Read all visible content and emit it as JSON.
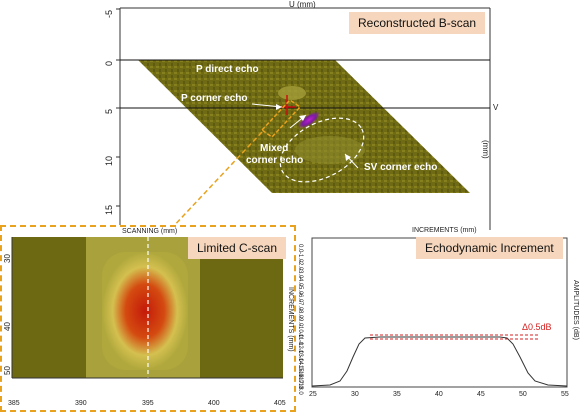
{
  "bscan": {
    "title": "Reconstructed  B-scan",
    "u_axis_label": "U (mm)",
    "v_axis_label": "V\n(mm)",
    "u_ticks": [
      "-5",
      "0",
      "5",
      "10",
      "15"
    ],
    "annotations": {
      "p_direct": "P direct echo",
      "p_corner": "P corner echo",
      "mixed_line1": "Mixed",
      "mixed_line2": "corner echo",
      "sv_corner": "SV corner echo"
    }
  },
  "cscan": {
    "title": "Limited C-scan",
    "top_axis_label": "SCANNING (mm)",
    "right_axis_label": "INCREMENTS (mm)",
    "x_ticks": [
      "385",
      "390",
      "395",
      "400",
      "405"
    ],
    "y_ticks": [
      "30",
      "40",
      "50"
    ]
  },
  "echodynamic": {
    "title": "Echodynamic Increment",
    "top_axis_label": "INCREMENTS (mm)",
    "right_axis_label": "AMPLITUDES (dB)",
    "x_ticks": [
      "25",
      "30",
      "35",
      "40",
      "45",
      "50",
      "55"
    ],
    "y_ticks": [
      "0.0",
      "-1.0",
      "-2.0",
      "-3.0",
      "-4.0",
      "-5.0",
      "-6.0",
      "-7.0",
      "-8.0",
      "-9.0",
      "-10.0",
      "-11.0",
      "-12.0",
      "-13.0",
      "-14.0",
      "-15.0",
      "-16.0",
      "-17.0",
      "-18.0"
    ],
    "delta_label": "Δ0.5dB"
  },
  "colors": {
    "olive": "#6e6a12",
    "annotation_box": "#f6d7bd",
    "dashed_orange": "#e8a21e",
    "delta_red": "#d42020"
  }
}
